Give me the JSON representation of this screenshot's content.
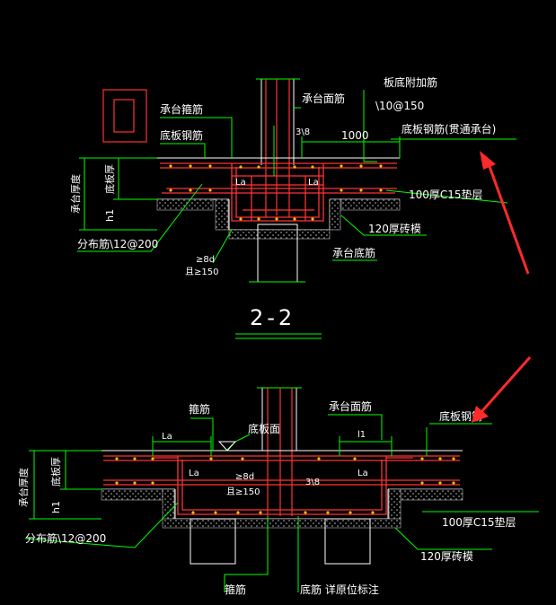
{
  "colors": {
    "background": "#000000",
    "leader_line": "#00ff00",
    "rebar": "#ff3333",
    "outline": "#ffffff",
    "arrow": "#ff2a2a",
    "cushion": "#bbbbbb"
  },
  "top": {
    "section_title": "2-2",
    "labels": {
      "cap_stirrup": "承台箍筋",
      "slab_bottom_rebar": "底板钢筋",
      "cap_top_rebar": "承台面筋",
      "slab_add_rebar": "板底附加筋",
      "slab_add_rebar_spec": "\\10@150",
      "stirrup_spec": "3\\8",
      "dim_1000": "1000",
      "slab_through_rebar": "底板钢筋(贯通承台)",
      "la_left": "La",
      "la_right": "La",
      "cushion": "100厚C15垫层",
      "brick_mold": "120厚砖模",
      "cap_bottom_rebar": "承台底筋",
      "dist_rebar": "分布筋\\12@200",
      "anchor_8d": "≥8d",
      "anchor_150": "且≥150",
      "cap_thickness": "承台厚度",
      "slab_thickness": "底板厚",
      "h1": "h1"
    }
  },
  "bottom": {
    "labels": {
      "stirrup": "箍筋",
      "slab_face": "底板面",
      "cap_top_rebar": "承台面筋",
      "slab_rebar": "底板钢筋",
      "la_top": "La",
      "l1": "l1",
      "la_left": "La",
      "la_right": "La",
      "anchor_8d": "≥8d",
      "anchor_150": "且≥150",
      "stirrup_spec": "3\\8",
      "cushion": "100厚C15垫层",
      "brick_mold": "120厚砖模",
      "dist_rebar": "分布筋\\12@200",
      "stirrup_bottom": "箍筋",
      "bottom_rebar": "底筋 详原位标注",
      "cap_thickness": "承台厚度",
      "slab_thickness": "底板厚",
      "h1": "h1"
    }
  }
}
